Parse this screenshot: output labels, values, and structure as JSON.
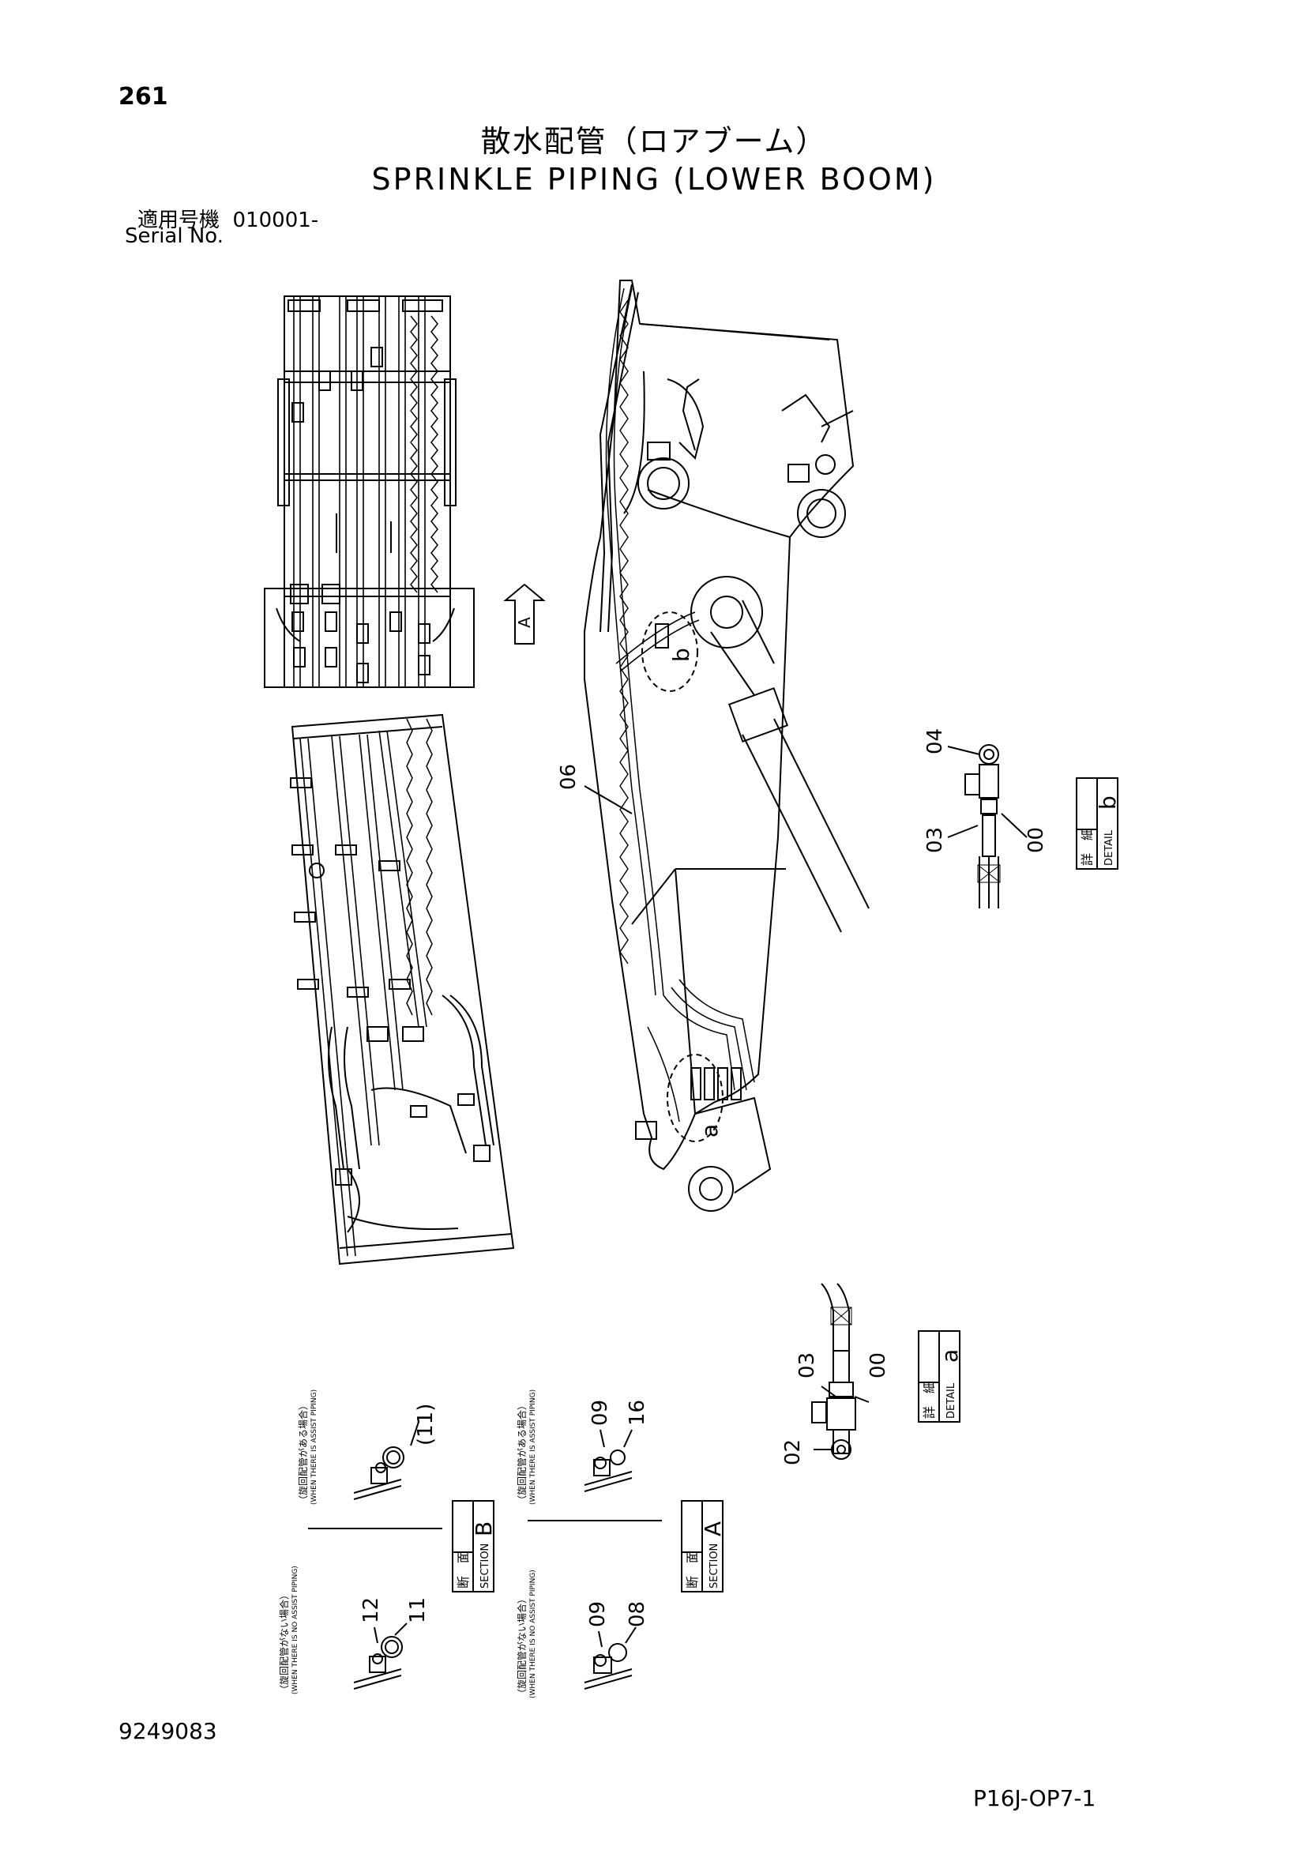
{
  "page_number": "261",
  "title_jp": "散水配管（ロアブーム）",
  "title_en": "SPRINKLE PIPING (LOWER BOOM)",
  "serial": {
    "label_jp": "適用号機",
    "value": "010001-",
    "label_en": "Serial No."
  },
  "view_marker": "A",
  "callouts": {
    "main_06": "06",
    "main_b": "b",
    "main_a": "a"
  },
  "detail_b": {
    "parts": [
      "04",
      "03",
      "00"
    ],
    "label_jp": "詳　細",
    "label_en": "DETAIL",
    "letter": "b"
  },
  "detail_a": {
    "parts": [
      "03",
      "00",
      "02"
    ],
    "label_jp": "詳　細",
    "label_en": "DETAIL",
    "letter": "a"
  },
  "section_B": {
    "label_jp": "断　面",
    "label_en": "SECTION",
    "letter": "B",
    "with_assist": {
      "caption_jp": "（旋回配管がある場合）",
      "caption_en": "(WHEN THERE IS ASSIST PIPING)",
      "parts": [
        "(11)"
      ]
    },
    "without_assist": {
      "caption_jp": "（旋回配管がない場合）",
      "caption_en": "(WHEN THERE IS NO ASSIST PIPING)",
      "parts": [
        "12",
        "11"
      ]
    }
  },
  "section_A": {
    "label_jp": "断　面",
    "label_en": "SECTION",
    "letter": "A",
    "with_assist": {
      "caption_jp": "（旋回配管がある場合）",
      "caption_en": "(WHEN THERE IS ASSIST PIPING)",
      "parts": [
        "09",
        "16"
      ]
    },
    "without_assist": {
      "caption_jp": "（旋回配管がない場合）",
      "caption_en": "(WHEN THERE IS NO ASSIST PIPING)",
      "parts": [
        "09",
        "08"
      ]
    }
  },
  "doc_number": "9249083",
  "page_code": "P16J-OP7-1"
}
